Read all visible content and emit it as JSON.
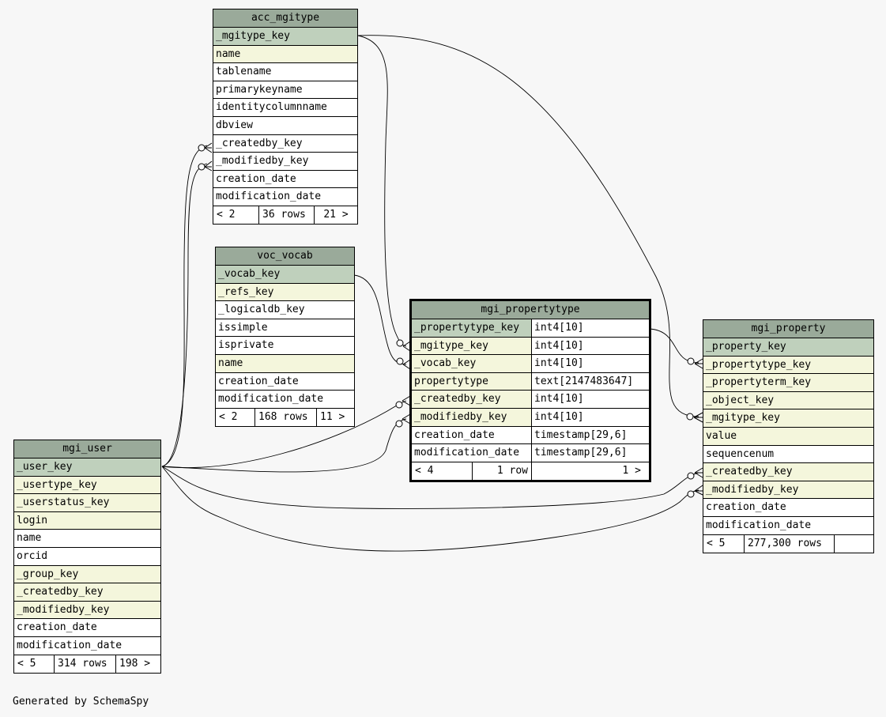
{
  "footer_text": "Generated by SchemaSpy",
  "tables": {
    "acc_mgitype": {
      "name": "acc_mgitype",
      "columns": [
        {
          "name": "_mgitype_key",
          "kind": "pk"
        },
        {
          "name": "name",
          "kind": "fk"
        },
        {
          "name": "tablename",
          "kind": ""
        },
        {
          "name": "primarykeyname",
          "kind": ""
        },
        {
          "name": "identitycolumnname",
          "kind": ""
        },
        {
          "name": "dbview",
          "kind": ""
        },
        {
          "name": "_createdby_key",
          "kind": ""
        },
        {
          "name": "_modifiedby_key",
          "kind": ""
        },
        {
          "name": "creation_date",
          "kind": ""
        },
        {
          "name": "modification_date",
          "kind": ""
        }
      ],
      "footer": {
        "parents": "< 2",
        "rows": "36 rows",
        "children": "21 >"
      }
    },
    "voc_vocab": {
      "name": "voc_vocab",
      "columns": [
        {
          "name": "_vocab_key",
          "kind": "pk"
        },
        {
          "name": "_refs_key",
          "kind": "fk"
        },
        {
          "name": "_logicaldb_key",
          "kind": ""
        },
        {
          "name": "issimple",
          "kind": ""
        },
        {
          "name": "isprivate",
          "kind": ""
        },
        {
          "name": "name",
          "kind": "fk"
        },
        {
          "name": "creation_date",
          "kind": ""
        },
        {
          "name": "modification_date",
          "kind": ""
        }
      ],
      "footer": {
        "parents": "< 2",
        "rows": "168 rows",
        "children": "11 >"
      }
    },
    "mgi_propertytype": {
      "name": "mgi_propertytype",
      "columns": [
        {
          "name": "_propertytype_key",
          "type": "int4[10]",
          "kind": "pk"
        },
        {
          "name": "_mgitype_key",
          "type": "int4[10]",
          "kind": "fk"
        },
        {
          "name": "_vocab_key",
          "type": "int4[10]",
          "kind": "fk"
        },
        {
          "name": "propertytype",
          "type": "text[2147483647]",
          "kind": "fk"
        },
        {
          "name": "_createdby_key",
          "type": "int4[10]",
          "kind": "fk"
        },
        {
          "name": "_modifiedby_key",
          "type": "int4[10]",
          "kind": "fk"
        },
        {
          "name": "creation_date",
          "type": "timestamp[29,6]",
          "kind": ""
        },
        {
          "name": "modification_date",
          "type": "timestamp[29,6]",
          "kind": ""
        }
      ],
      "footer": {
        "parents": "< 4",
        "rows": "1 row",
        "children": "1 >"
      }
    },
    "mgi_property": {
      "name": "mgi_property",
      "columns": [
        {
          "name": "_property_key",
          "kind": "pk"
        },
        {
          "name": "_propertytype_key",
          "kind": "fk"
        },
        {
          "name": "_propertyterm_key",
          "kind": "fk"
        },
        {
          "name": "_object_key",
          "kind": "fk"
        },
        {
          "name": "_mgitype_key",
          "kind": "fk"
        },
        {
          "name": "value",
          "kind": "fk"
        },
        {
          "name": "sequencenum",
          "kind": ""
        },
        {
          "name": "_createdby_key",
          "kind": "fk"
        },
        {
          "name": "_modifiedby_key",
          "kind": "fk"
        },
        {
          "name": "creation_date",
          "kind": ""
        },
        {
          "name": "modification_date",
          "kind": ""
        }
      ],
      "footer": {
        "parents": "< 5",
        "rows": "277,300 rows",
        "children": ""
      }
    },
    "mgi_user": {
      "name": "mgi_user",
      "columns": [
        {
          "name": "_user_key",
          "kind": "pk"
        },
        {
          "name": "_usertype_key",
          "kind": "fk"
        },
        {
          "name": "_userstatus_key",
          "kind": "fk"
        },
        {
          "name": "login",
          "kind": "fk"
        },
        {
          "name": "name",
          "kind": ""
        },
        {
          "name": "orcid",
          "kind": ""
        },
        {
          "name": "_group_key",
          "kind": "fk"
        },
        {
          "name": "_createdby_key",
          "kind": "fk"
        },
        {
          "name": "_modifiedby_key",
          "kind": "fk"
        },
        {
          "name": "creation_date",
          "kind": ""
        },
        {
          "name": "modification_date",
          "kind": ""
        }
      ],
      "footer": {
        "parents": "< 5",
        "rows": "314 rows",
        "children": "198 >"
      }
    }
  }
}
